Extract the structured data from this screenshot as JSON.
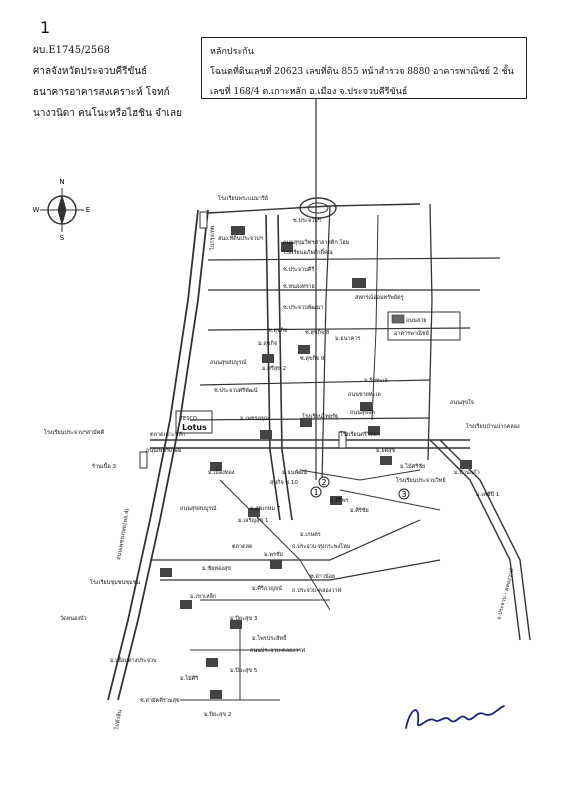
{
  "page_mark": "1",
  "header": {
    "case_no": "ผบ.E1745/2568",
    "court": "ศาลจังหวัดประจวบคีรีขันธ์",
    "bank": "ธนาคารอาคารสงเคราะห์ โจทก์",
    "defendant": "นางวนิดา คนโนะหรือไฮชิน จำเลย"
  },
  "info_box": {
    "title": "หลักประกัน",
    "line1": "โฉนดที่ดินเลขที่ 20623 เลขที่ดิน 855 หน้าสำรวจ 8880 อาคารพาณิชย์ 2 ชั้น",
    "line2": "เลขที่ 168/4 ต.เกาะหลัก อ.เมือง จ.ประจวบคีรีขันธ์"
  },
  "compass": {
    "n": "N",
    "s": "S",
    "e": "E",
    "w": "W"
  },
  "map_labels": {
    "school_top": "โรงเรียนพระแม่มารีย์",
    "to_bangkok": "ไปกรุงเทพ",
    "soi_prachuap": "ซ.ประจวบฯ",
    "hospital": "สนง.ที่ดินประจวบฯ",
    "rd_school1": "ถนนสุขุมวิทฯศาลาสติก โฮม",
    "school2": "โรงเรียนอภัยศักดิ์คุณ",
    "soi_prachuap2": "ซ.ประจวบคีรี",
    "soi_nongtong": "ซ.หนองทราย",
    "cooperative": "สหกรณ์ออมทรัพย์ครู",
    "soi_pattana": "ซ.ประจวบพัฒนา",
    "legend_box": "ถนนสาย",
    "legend_box2": "อาคารพาณิชย์",
    "soi_sukkit": "ซ.สุขกิจ",
    "soi_sukkit2": "ม.สุขกิจ",
    "soi8": "ซ.สุขกิจ 8",
    "soi_b12": "ม.ธนาคาร",
    "rd_sukkasem": "ถนนสุขสมบูรณ์",
    "m_sukkit2": "ม.ศรีสุข 2",
    "soi_sukchit": "ซ.สุขกิจ 9",
    "soi_prachuapsi": "ซ.ประจวบศรีพัฒน์",
    "rd_kaset": "ถนนชายทะเล",
    "m_kaset": "ม.ริมทะเล",
    "rd_sukchit": "ถนนสุขจิต",
    "rd_sukchai": "ถนนสุขใจ",
    "school3": "โรงเรียนบ้านปากคลอง",
    "lotus": "Lotus",
    "tesco": "TESCO",
    "school4": "โรงเรียนประจวบฯสามัคคี",
    "koh_lak": "ตลาดเกาะหลัก",
    "rd_phetkasem": "ถนนเพชรเกษม",
    "m_phetkasem": "ม.เพชรอรุณ",
    "m_kaew": "ม.บ้านแก้ว",
    "m_wangthong": "ม.เมืองทอง",
    "mosque": "ร้านเนื้อ 3",
    "soi_suk10": "สุขกิจ ซ.10",
    "school5": "โรงเรียนไทยรัฐ",
    "school6": "โรงเรียนศรีวิทยา",
    "m_yotsa": "ม.ยศสุข",
    "m_thanaphat": "ม.ธนพัฒน์",
    "rd_sukkasem2": "ถนนสุขสมบูรณ์",
    "m_sukkasem7": "ม.สุขเกษม 7",
    "m_siriphon": "ม.ศิริพร",
    "m_sirichai": "ม.ศิริชัย",
    "m_1": "ม.เจริญสุข 1",
    "rd_highway4": "ถนนเพชรเกษม(ทล.4)",
    "market": "ตลาดสด",
    "m_phonchai": "ม.พรชัย",
    "m_kaset3": "ม.เกษตร",
    "school7": "โรงเรียนชุมชนชุมชน",
    "rd_prachuap_lake": "ถ.ประจวบ-คลองวาฬ",
    "m_khaolek": "ม.เขาเหล็ก",
    "m_chaithongsuk": "ม.ชัยทองสุข",
    "m_sirikan": "ม.ศิริกาญจน์",
    "soi_aoi": "ซ.อ่าวน้อย",
    "wat_noi": "วัดหนองบัว",
    "m_piyasuk": "ม.ปิยะสุข 3",
    "m_praisak": "ม.ไพรประสิทธิ์",
    "rd_prachuap_klongwan": "ถนนประจวบ-คลองวาฬ",
    "m_maisiri": "ม.ไม้ศิริ",
    "m_piyasuk5": "ม.ปิยะสุข 5",
    "m_sittha": "ม.เชื่อมทางประจวบ",
    "soi_samakkhi": "ซ.สามัคคีร่วมสุข",
    "m_piyasuk2": "ม.ปิยะสุข 2",
    "to_hua_hin": "ไปหัวหิน",
    "to_krabi": "อ.ประจวบ - คลองวาฬ",
    "m_sriphen": "ม.เคซีปี 1",
    "m_supper": "ม.ไม้ศรีชัย",
    "school8": "โรงเรียนประจวบวิทย์",
    "rd_prachuap_n": "ถ.ประจวบ-ทุ่งกระพงโหม",
    "pin1": "1",
    "pin2": "2",
    "pin3": "3"
  },
  "signature": "Somsy"
}
